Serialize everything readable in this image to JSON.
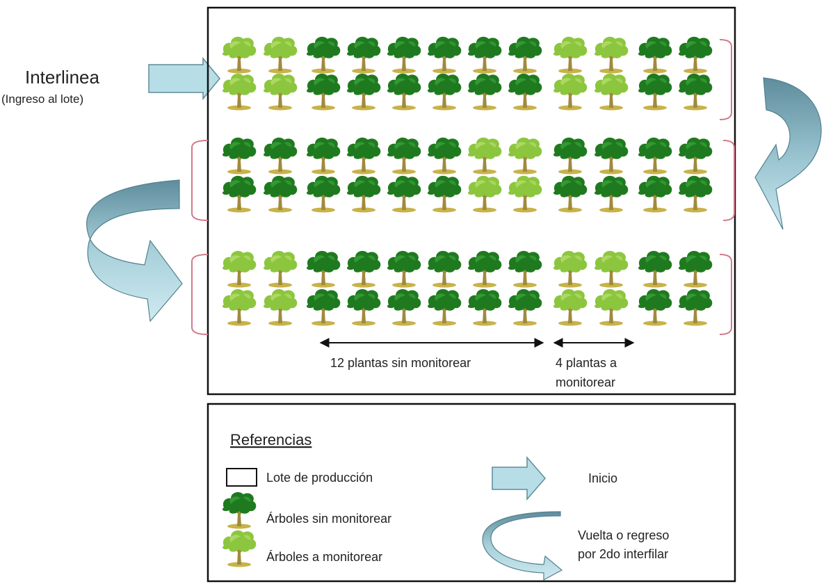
{
  "entry": {
    "title": "Interlinea",
    "subtitle": "(Ingreso al lote)"
  },
  "field": {
    "rows": [
      [
        "light",
        "light",
        "dark",
        "dark",
        "dark",
        "dark",
        "dark",
        "dark",
        "light",
        "light",
        "dark",
        "dark"
      ],
      [
        "light",
        "light",
        "dark",
        "dark",
        "dark",
        "dark",
        "dark",
        "dark",
        "light",
        "light",
        "dark",
        "dark"
      ],
      [
        "dark",
        "dark",
        "dark",
        "dark",
        "dark",
        "dark",
        "light",
        "light",
        "dark",
        "dark",
        "dark",
        "dark"
      ],
      [
        "dark",
        "dark",
        "dark",
        "dark",
        "dark",
        "dark",
        "light",
        "light",
        "dark",
        "dark",
        "dark",
        "dark"
      ],
      [
        "light",
        "light",
        "dark",
        "dark",
        "dark",
        "dark",
        "dark",
        "dark",
        "light",
        "light",
        "dark",
        "dark"
      ],
      [
        "light",
        "light",
        "dark",
        "dark",
        "dark",
        "dark",
        "dark",
        "dark",
        "light",
        "light",
        "dark",
        "dark"
      ]
    ],
    "measure_unmonitored": "12 plantas sin monitorear",
    "measure_monitored_line1": "4 plantas a",
    "measure_monitored_line2": "monitorear"
  },
  "legend": {
    "title": "Referencias",
    "lote": "Lote de producción",
    "dark_trees": "Árboles sin monitorear",
    "light_trees": "Árboles a monitorear",
    "inicio": "Inicio",
    "vuelta_line1": "Vuelta o regreso",
    "vuelta_line2": "por 2do interfilar"
  },
  "colors": {
    "dark_canopy": "#1f7a1f",
    "dark_canopy_highlight": "#3aa03a",
    "light_canopy": "#8cc63f",
    "light_canopy_highlight": "#b5dc6a",
    "trunk": "#a08a3c",
    "ground": "#c8b24a",
    "arrow_fill": "#b7dde6",
    "arrow_stroke": "#5f8c98",
    "curve_dark": "#6b97a6",
    "bracket": "#d27a8a"
  }
}
